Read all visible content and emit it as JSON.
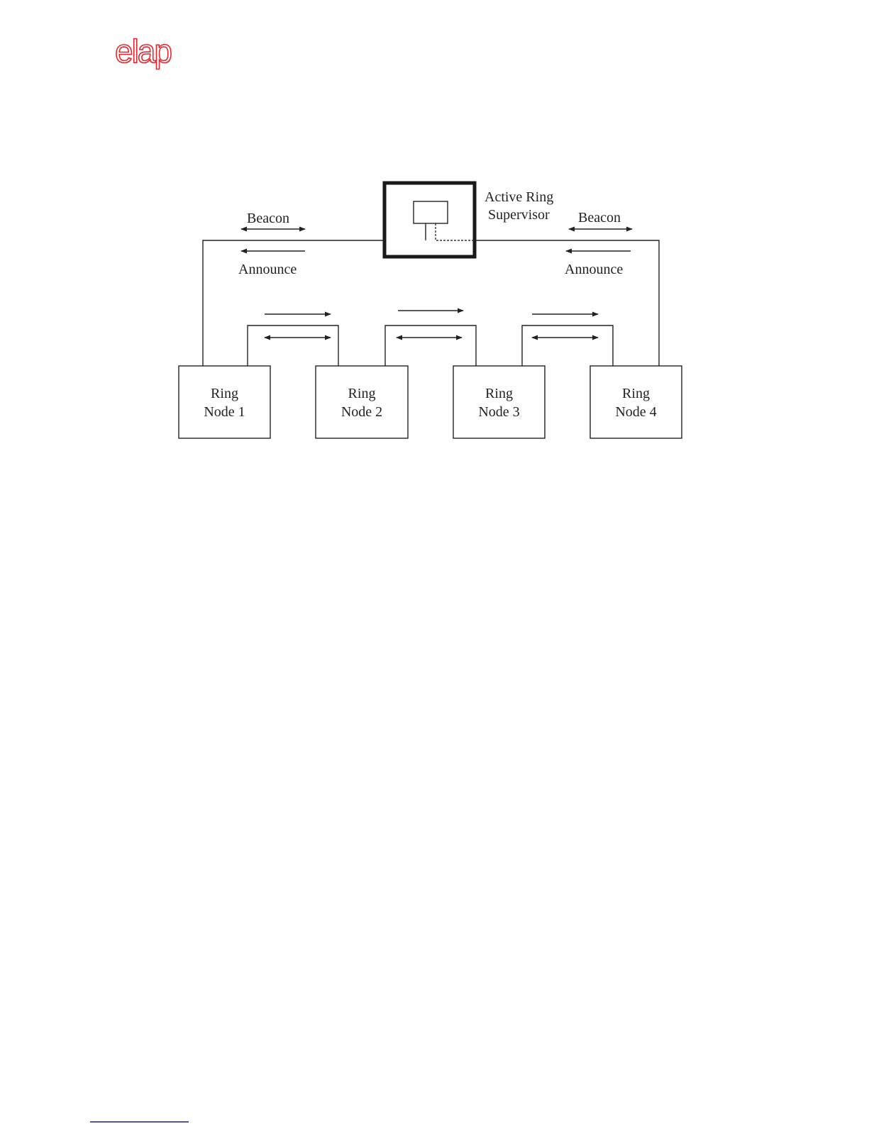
{
  "logo": {
    "text": "elap",
    "color": "#e2262e"
  },
  "supervisor": {
    "label_line1": "Active Ring",
    "label_line2": "Supervisor"
  },
  "left_side": {
    "beacon": "Beacon",
    "announce": "Announce"
  },
  "right_side": {
    "beacon": "Beacon",
    "announce": "Announce"
  },
  "nodes": [
    {
      "line1": "Ring",
      "line2": "Node 1"
    },
    {
      "line1": "Ring",
      "line2": "Node 2"
    },
    {
      "line1": "Ring",
      "line2": "Node 3"
    },
    {
      "line1": "Ring",
      "line2": "Node 4"
    }
  ],
  "footer": {
    "rule_color": "#1a1a8c"
  }
}
